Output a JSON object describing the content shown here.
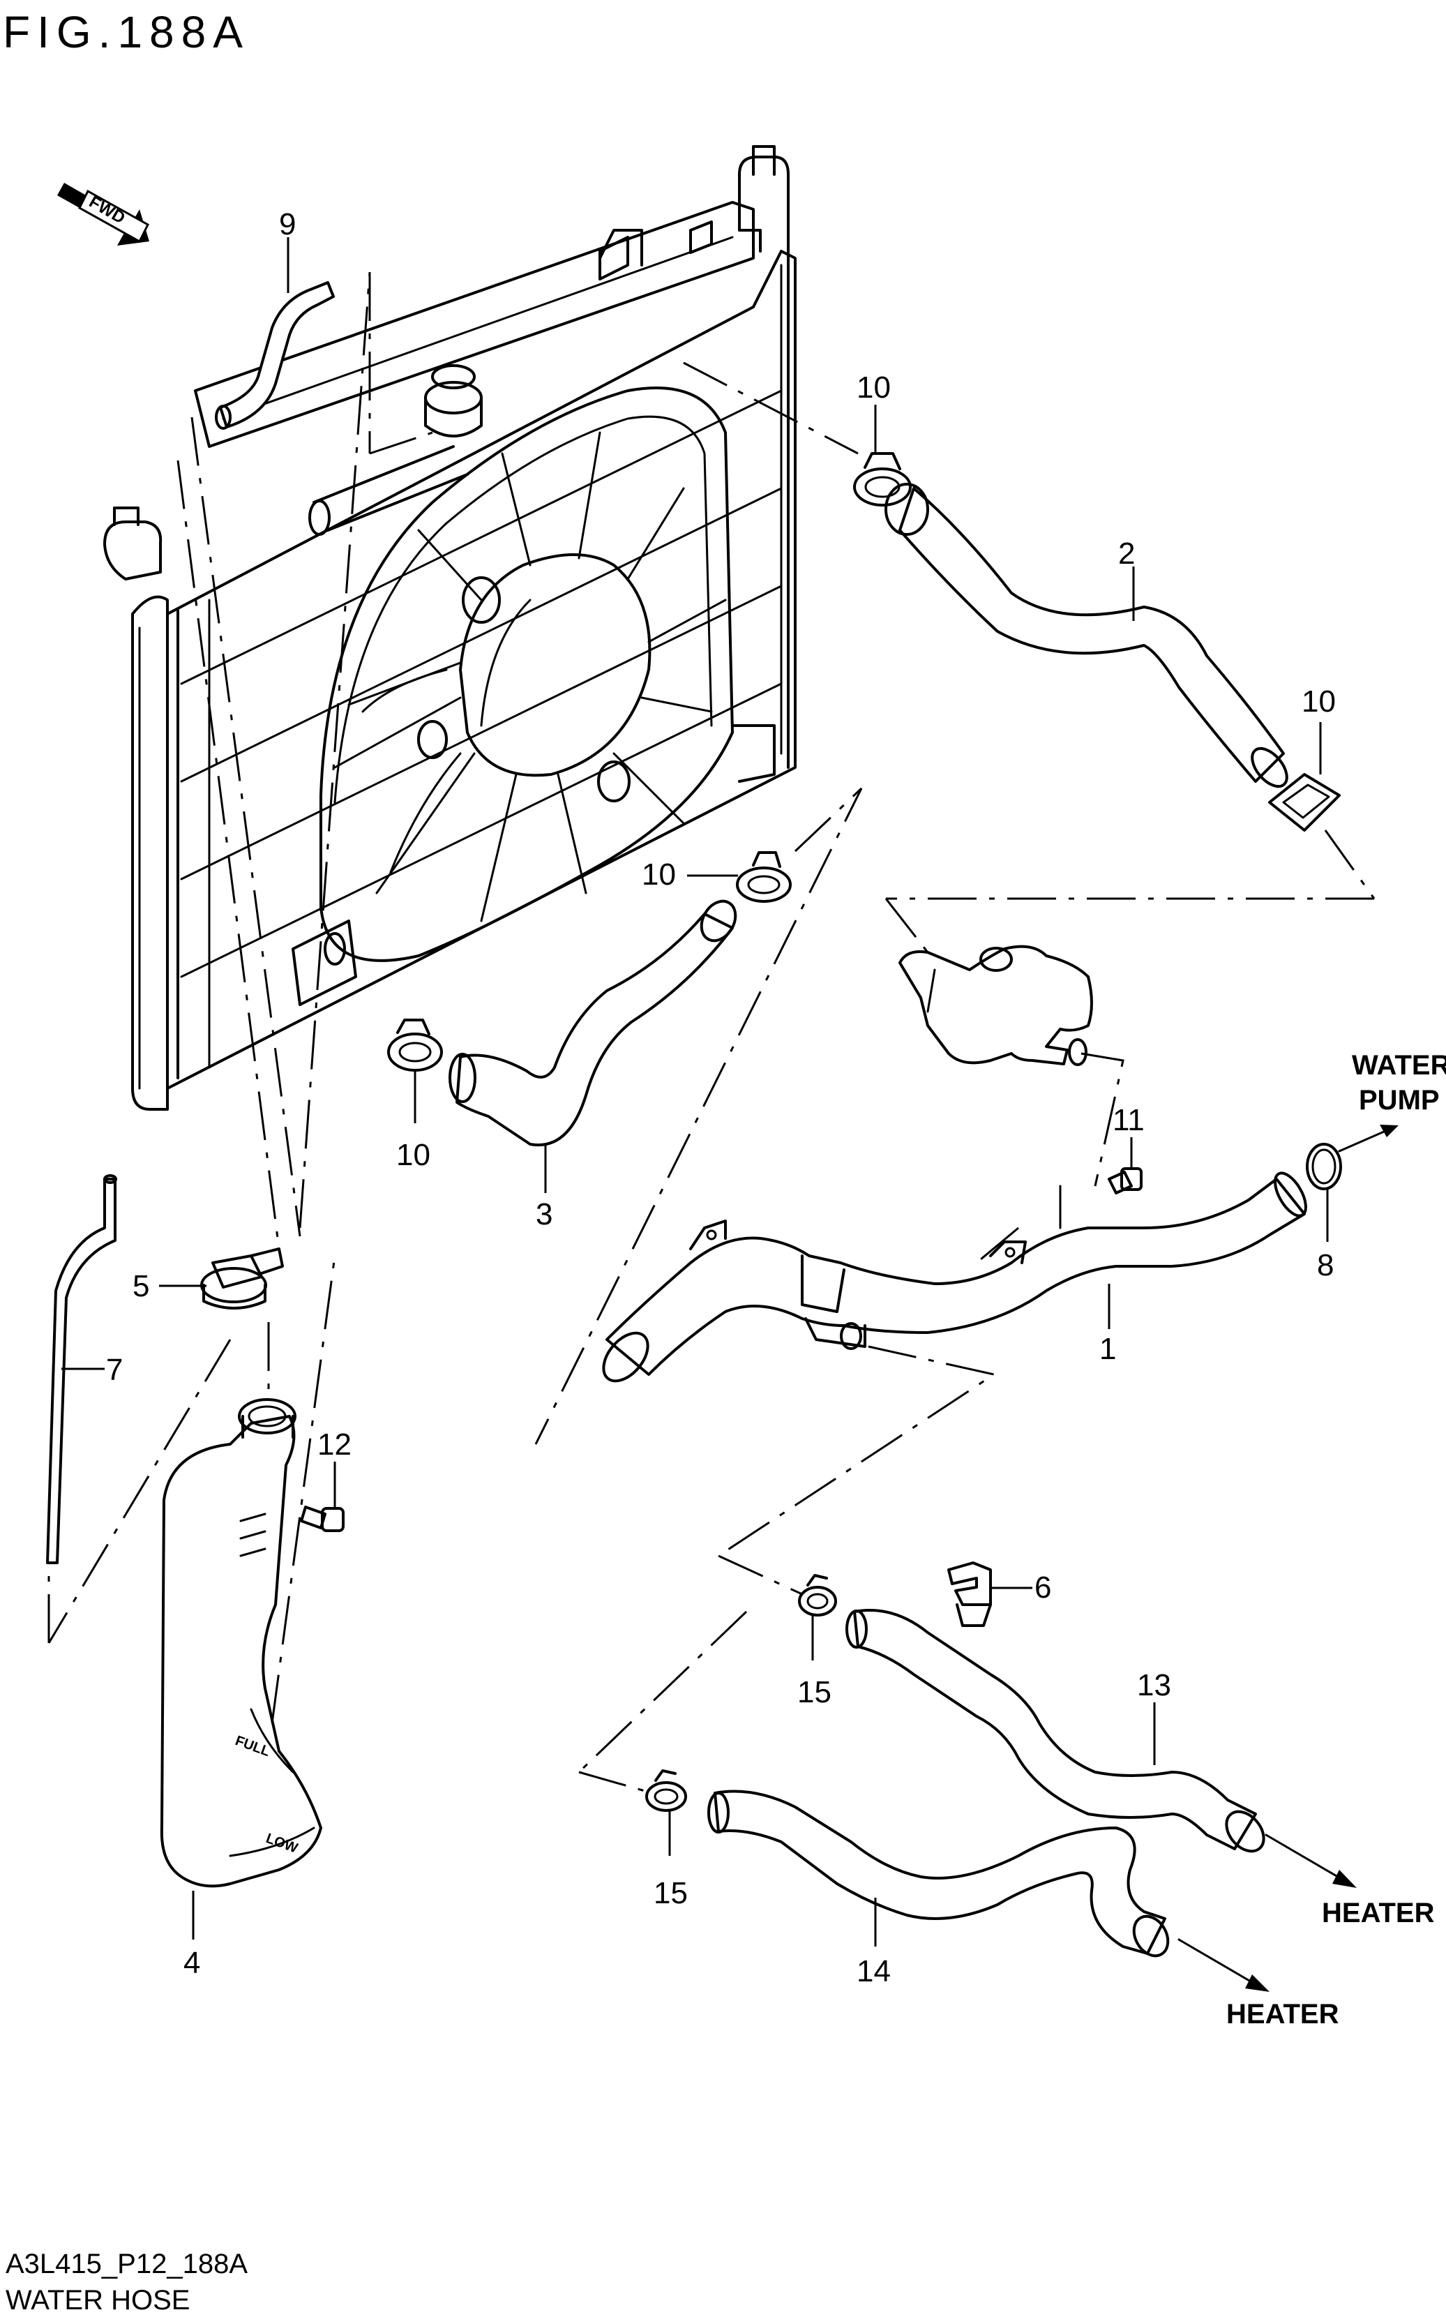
{
  "figure_title": "FIG.188A",
  "fwd_badge": "FWD",
  "footer": {
    "code": "A3L415_P12_188A",
    "caption": "WATER HOSE"
  },
  "part_numbers": {
    "p1": "1",
    "p2": "2",
    "p3": "3",
    "p4": "4",
    "p5": "5",
    "p6": "6",
    "p7": "7",
    "p8": "8",
    "p9": "9",
    "p10a": "10",
    "p10b": "10",
    "p10c": "10",
    "p10d": "10",
    "p11": "11",
    "p12": "12",
    "p13": "13",
    "p14": "14",
    "p15a": "15",
    "p15b": "15"
  },
  "callouts": {
    "water_pump_line1": "WATER",
    "water_pump_line2": "PUMP",
    "heater_upper": "HEATER",
    "heater_lower": "HEATER"
  },
  "reservoir_markings": {
    "full": "FULL",
    "low": "LOW"
  }
}
